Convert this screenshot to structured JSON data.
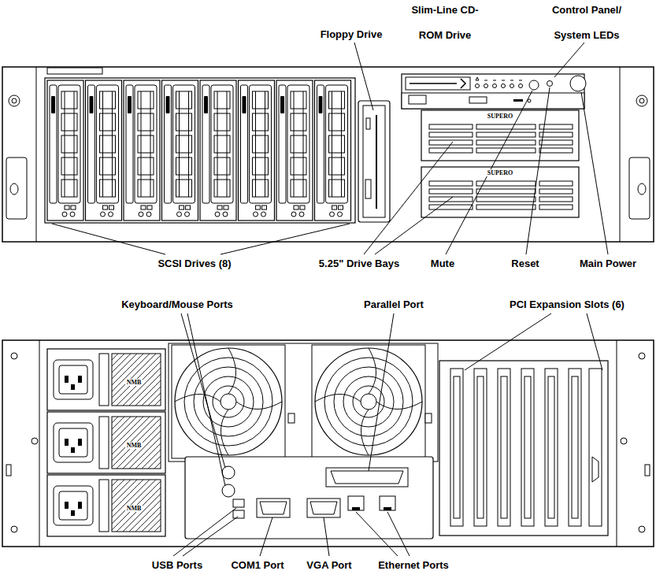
{
  "diagram": {
    "labels": [
      "Floppy Drive",
      "Slim-Line CD-ROM Drive",
      "Control Panel/ System LEDs",
      "SCSI Drives (8)",
      "5.25\" Drive Bays",
      "Mute",
      "Reset",
      "Main Power",
      "SUPERO",
      "SUPERO",
      "Keyboard/Mouse Ports",
      "Parallel Port",
      "PCI Expansion Slots (6)",
      "NMB",
      "NMB",
      "NMB",
      "USB Ports",
      "COM1 Port",
      "VGA Port",
      "Ethernet Ports"
    ]
  }
}
